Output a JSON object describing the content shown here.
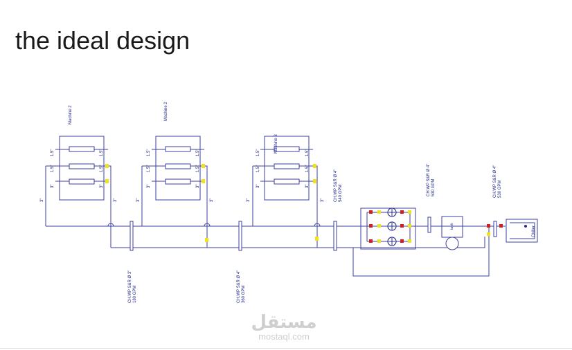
{
  "slide": {
    "title": "the ideal design"
  },
  "machines": [
    {
      "name": "Machine 2",
      "pipe_labels": [
        "1.5\"",
        "1.5\"",
        "3\""
      ],
      "right_labels": [
        "1.5\"",
        "1.5\"",
        "3\""
      ],
      "inlet": "3\"",
      "outlet": "3\""
    },
    {
      "name": "Machine 2",
      "pipe_labels": [
        "1.5\"",
        "1.5\"",
        "3\""
      ],
      "right_labels": [
        "1.5\"",
        "1.5\"",
        "3\""
      ],
      "inlet": "3\"",
      "outlet": "3\""
    },
    {
      "name": "Machine 3",
      "pipe_labels": [
        "1.5\"",
        "1.5\"",
        "3\""
      ],
      "right_labels": [
        "1.5\"",
        "1.5\"",
        "3\""
      ],
      "inlet": "3\"",
      "outlet": "3\""
    }
  ],
  "pipe_specs": [
    {
      "line1": "CH.WP S&R Ø 3\"",
      "line2": "180 GPM"
    },
    {
      "line1": "CH.WP S&R Ø 4\"",
      "line2": "360 GPM"
    },
    {
      "line1": "CH.WP S&R Ø 4\"",
      "line2": "540 GPM"
    },
    {
      "line1": "CH.WP S&R Ø 4\"",
      "line2": "530 GPM"
    },
    {
      "line1": "CH.WP S&R Ø 4\"",
      "line2": "530 GPM"
    }
  ],
  "equipment": {
    "tank_label": "tank",
    "chiller_label": "Chiller"
  },
  "watermark": {
    "arabic": "مستقل",
    "latin": "mostaql.com"
  },
  "colors": {
    "pipe": "#3b3fa0",
    "label": "#1f2a8a",
    "valve_red": "#d11f1f",
    "valve_yellow": "#f2e21b",
    "pump": "#2a2f8f"
  }
}
